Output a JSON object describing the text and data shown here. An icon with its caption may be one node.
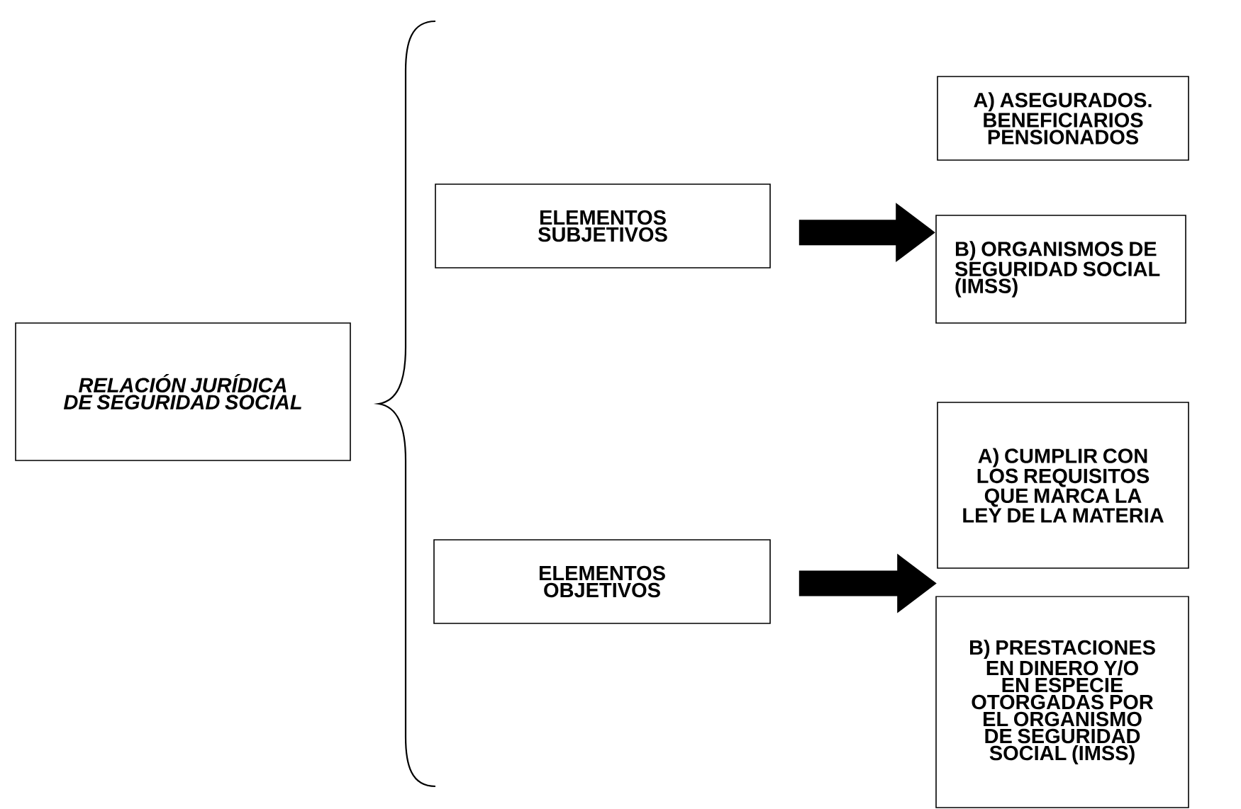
{
  "diagram": {
    "nodes": [
      {
        "text": [
          "RELACIÓN JURÍDICA DE SEGURIDAD SOCIAL"
        ]
      },
      {
        "text": [
          "ELEMENTOS SUBJETIVOS"
        ]
      },
      {
        "text": [
          "A) ASEGURADOS. BENEFICIARIOS PENSIONADOS"
        ]
      },
      {
        "text": [
          "B) ORGANISMOS DE SEGURIDAD SOCIAL (IMSS)"
        ]
      },
      {
        "text": [
          "ELEMENTOS OBJETIVOS"
        ]
      },
      {
        "text": [
          "A) CUMPLIR CON LOS REQUISITOS QUE MARCA LA LEY DE LA MATERIA"
        ]
      },
      {
        "text": [
          "B) PRESTACIONES EN DINERO Y/O EN ESPECIE OTORGADAS POR EL ORGANISMO DE SEGURIDAD SOCIAL (IMSS)"
        ]
      }
    ],
    "edges": [
      {
        "from": 1,
        "to": 3,
        "arrow": "to"
      },
      {
        "from": 4,
        "to": 5,
        "arrow": "to"
      },
      {
        "from": 4,
        "to": 6,
        "arrow": "to"
      }
    ]
  }
}
